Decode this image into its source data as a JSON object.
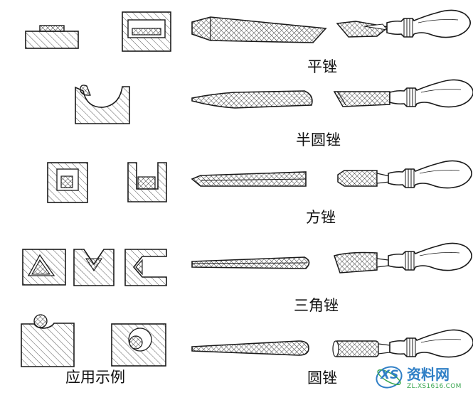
{
  "labels": {
    "flat_file": "平锉",
    "half_round_file": "半圆锉",
    "square_file": "方锉",
    "triangular_file": "三角锉",
    "round_file": "圆锉",
    "application_examples": "应用示例"
  },
  "watermark": {
    "logo": "XS",
    "name": "资料网",
    "url": "ZL.XS1616.COM"
  },
  "colors": {
    "line": "#1a1a1a",
    "hatch": "#555555",
    "watermark_blue": "#2f7fc6",
    "watermark_green": "#3aa650"
  }
}
